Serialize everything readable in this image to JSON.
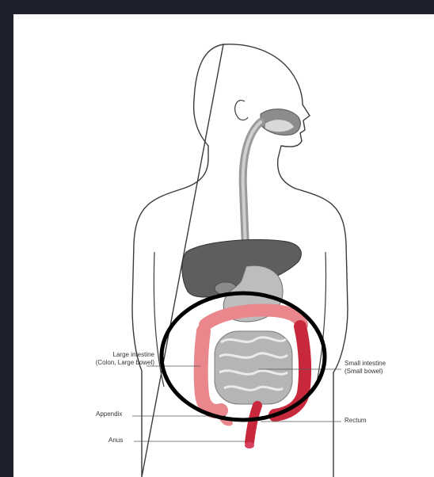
{
  "labels": {
    "large_intestine": {
      "line1": "Large intestine",
      "line2": "(Colon, Large bowel)"
    },
    "small_intestine": {
      "line1": "Small intestine",
      "line2": "(Small bowel)"
    },
    "appendix": "Appendix",
    "rectum": "Rectum",
    "anus": "Anus"
  },
  "colors": {
    "background": "#1d212b",
    "paper": "#ffffff",
    "outline": "#3a3a3a",
    "esophagus": "#9a9a9a",
    "liver": "#5e5e5e",
    "stomach": "#bdbdbd",
    "small_intestine": "#b5b5b5",
    "colon": "#e9878c",
    "rectum": "#c8283c",
    "highlight_ring": "#000000"
  }
}
